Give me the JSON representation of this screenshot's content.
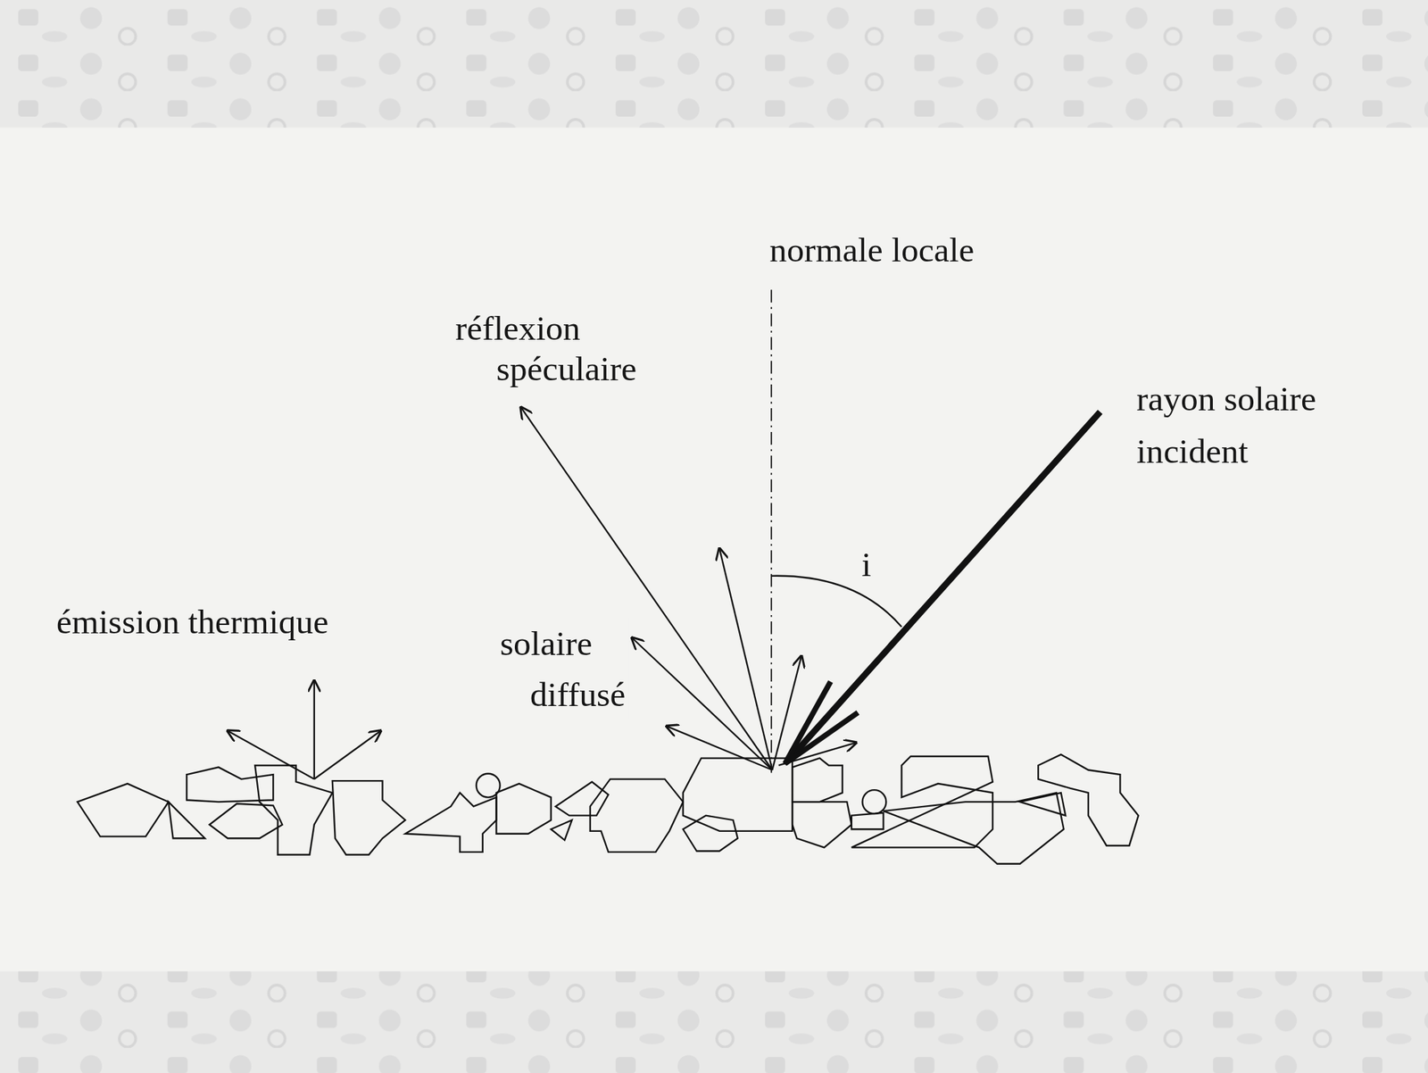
{
  "diagram": {
    "labels": [
      "normale locale",
      "réflexion spéculaire",
      "rayon solaire incident",
      "i",
      "émission thermique",
      "solaire diffusé"
    ]
  }
}
